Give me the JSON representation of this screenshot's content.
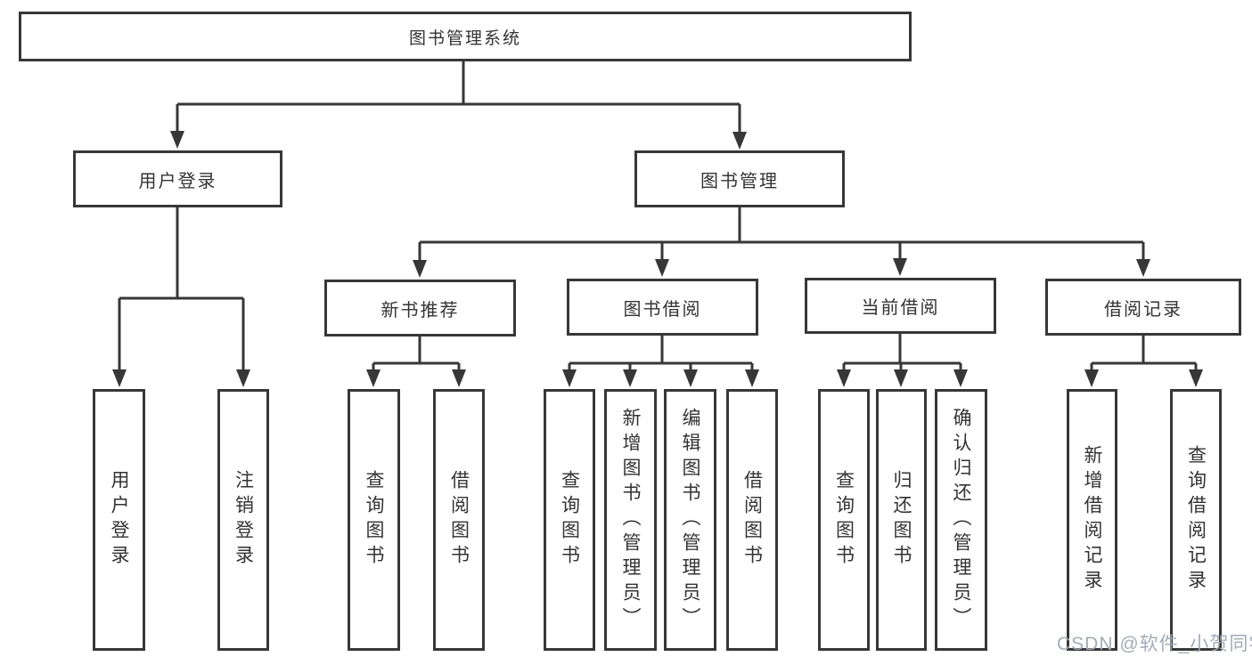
{
  "diagram": {
    "watermark": "CSDN @软件_小贺同学",
    "colors": {
      "line": "#373737",
      "box_background": "#ffffff",
      "text": "#333333",
      "watermark": "#9ea6b2"
    },
    "tree": {
      "label": "图书管理系统",
      "children": [
        {
          "label": "用户登录",
          "children": [
            {
              "label": "用户登录"
            },
            {
              "label": "注销登录"
            }
          ]
        },
        {
          "label": "图书管理",
          "children": [
            {
              "label": "新书推荐",
              "children": [
                {
                  "label": "查询图书"
                },
                {
                  "label": "借阅图书"
                }
              ]
            },
            {
              "label": "图书借阅",
              "children": [
                {
                  "label": "查询图书"
                },
                {
                  "label": "新增图书（管理员）"
                },
                {
                  "label": "编辑图书（管理员）"
                },
                {
                  "label": "借阅图书"
                }
              ]
            },
            {
              "label": "当前借阅",
              "children": [
                {
                  "label": "查询图书"
                },
                {
                  "label": "归还图书"
                },
                {
                  "label": "确认归还（管理员）"
                }
              ]
            },
            {
              "label": "借阅记录",
              "children": [
                {
                  "label": "新增借阅记录"
                },
                {
                  "label": "查询借阅记录"
                }
              ]
            }
          ]
        }
      ]
    }
  }
}
